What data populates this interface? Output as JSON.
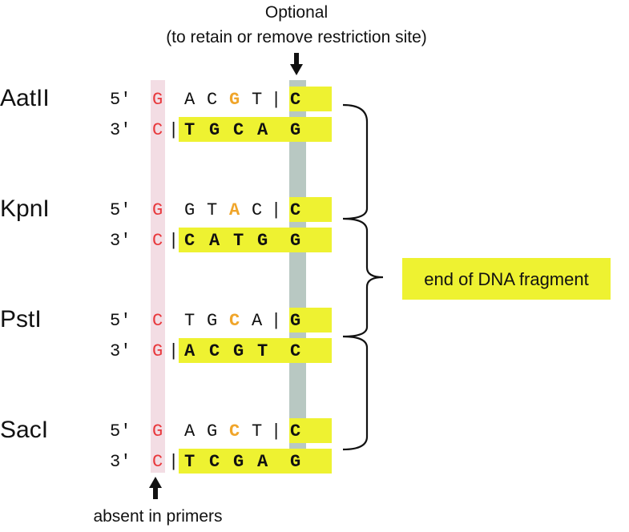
{
  "colors": {
    "fill_yellow": "#eef231",
    "red_base": "#e8383c",
    "orange_base": "#f0a52a",
    "pink_column": "#f3dde4",
    "gray_column": "#b8c8c2",
    "text": "#111111"
  },
  "annotations": {
    "optional_line1": "Optional",
    "optional_line2": "(to retain or remove restriction site)",
    "absent": "absent in primers",
    "end_label": "end of DNA fragment",
    "arrow_down_icon": "down-arrow",
    "arrow_up_icon": "up-arrow"
  },
  "enzymes": [
    {
      "name": "AatII",
      "top": {
        "prime": "5′",
        "first": "G",
        "mid": [
          "A",
          "C",
          "G",
          "T"
        ],
        "highlight_index": 2,
        "sep": "|",
        "last": "C"
      },
      "bottom": {
        "prime": "3′",
        "first": "C",
        "sep": "|",
        "bold": [
          "T",
          "G",
          "C",
          "A",
          "G"
        ]
      }
    },
    {
      "name": "KpnI",
      "top": {
        "prime": "5′",
        "first": "G",
        "mid": [
          "G",
          "T",
          "A",
          "C"
        ],
        "highlight_index": 2,
        "sep": "|",
        "last": "C"
      },
      "bottom": {
        "prime": "3′",
        "first": "C",
        "sep": "|",
        "bold": [
          "C",
          "A",
          "T",
          "G",
          "G"
        ]
      }
    },
    {
      "name": "PstI",
      "top": {
        "prime": "5′",
        "first": "C",
        "mid": [
          "T",
          "G",
          "C",
          "A"
        ],
        "highlight_index": 2,
        "sep": "|",
        "last": "G"
      },
      "bottom": {
        "prime": "3′",
        "first": "G",
        "sep": "|",
        "bold": [
          "A",
          "C",
          "G",
          "T",
          "C"
        ]
      }
    },
    {
      "name": "SacI",
      "top": {
        "prime": "5′",
        "first": "G",
        "mid": [
          "A",
          "G",
          "C",
          "T"
        ],
        "highlight_index": 2,
        "sep": "|",
        "last": "C"
      },
      "bottom": {
        "prime": "3′",
        "first": "C",
        "sep": "|",
        "bold": [
          "T",
          "C",
          "G",
          "A",
          "G"
        ]
      }
    }
  ]
}
